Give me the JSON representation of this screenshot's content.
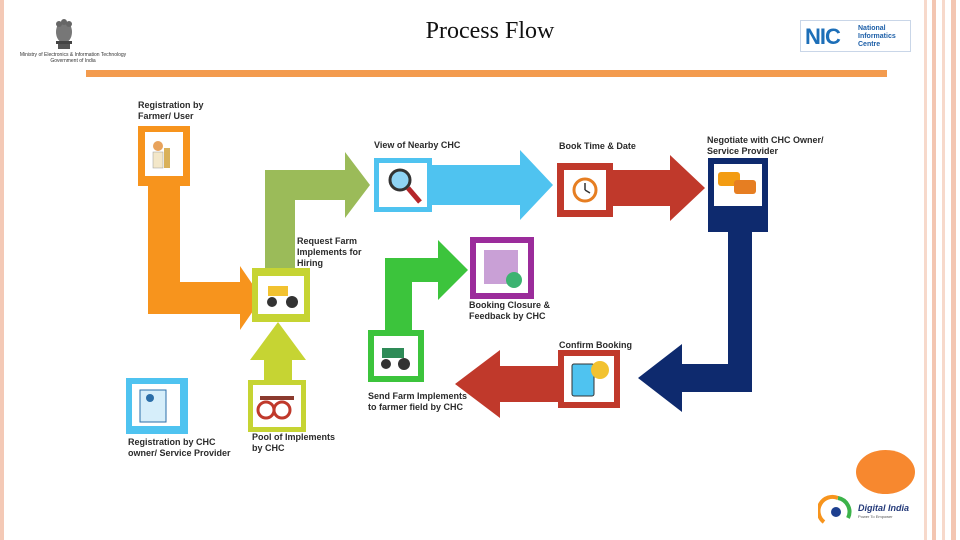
{
  "slide": {
    "title": "Process Flow",
    "ministry_line1": "Ministry of Electronics & Information Technology",
    "ministry_line2": "Government of India"
  },
  "nic_logo": {
    "letters": "NIC",
    "line1": "National",
    "line2": "Informatics",
    "line3": "Centre"
  },
  "digital_india": {
    "text": "Digital India",
    "tagline": "Power To Empower"
  },
  "steps": {
    "registration_farmer": "Registration by Farmer/ User",
    "request_farm": "Request Farm Implements for Hiring",
    "view_nearby": "View of Nearby CHC",
    "book_time": "Book Time & Date",
    "negotiate": "Negotiate with CHC Owner/ Service Provider",
    "booking_closure": "Booking Closure & Feedback by CHC",
    "confirm_booking": "Confirm Booking",
    "send_farm": "Send Farm Implements to farmer field by CHC",
    "registration_chc": "Registration by CHC owner/ Service Provider",
    "pool_implements": "Pool of Implements by CHC"
  },
  "icons": {
    "farmer": "farmer-icon",
    "tractor_tool": "tractor-icon",
    "search": "magnifier-icon",
    "clock": "clock-icon",
    "chat": "chat-icon",
    "disk": "save-check-icon",
    "tablet": "tablet-check-icon",
    "tractor_green": "tractor-icon",
    "form": "registration-form-icon",
    "harrow": "harrow-icon"
  },
  "colors": {
    "orange": "#f7941d",
    "olive": "#9bbb59",
    "yellow_green": "#c6d433",
    "blue": "#4fc3f0",
    "red": "#c0392b",
    "navy": "#0e2a6e",
    "green": "#3cc43c",
    "purple": "#9b2c9b",
    "accent_rule": "#f39b4e"
  }
}
